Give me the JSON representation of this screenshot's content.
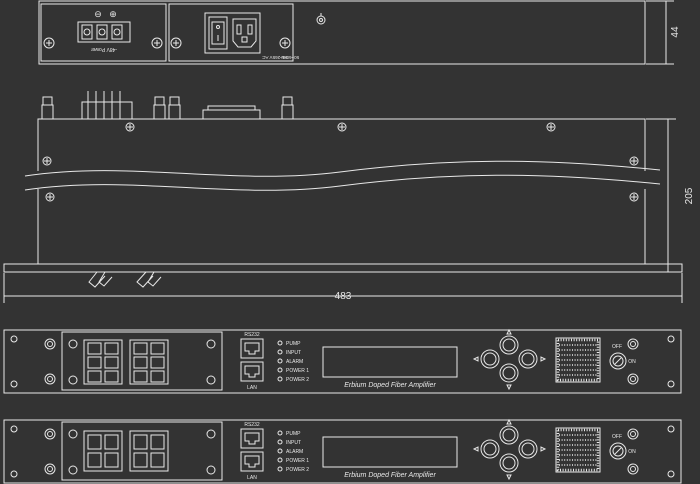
{
  "rear_panel": {
    "dc_label": "-48V Power",
    "ac_label_1": "90~265V AC",
    "ac_label_2": "50~60Hz",
    "terminal_minus": "⊖",
    "terminal_plus": "⊕",
    "height_dim": "44"
  },
  "side_view": {
    "depth_dim": "205",
    "width_dim": "483"
  },
  "front_panel_1": {
    "rs232_label": "RS232",
    "lan_label": "LAN",
    "leds": [
      "PUMP",
      "INPUT",
      "ALARM",
      "POWER 1",
      "POWER 2"
    ],
    "product_name": "Erbium Doped Fiber Amplifier",
    "key_off": "OFF",
    "key_on": "ON"
  },
  "front_panel_2": {
    "rs232_label": "RS232",
    "lan_label": "LAN",
    "leds": [
      "PUMP",
      "INPUT",
      "ALARM",
      "POWER 1",
      "POWER 2"
    ],
    "product_name": "Erbium Doped Fiber Amplifier",
    "key_off": "OFF",
    "key_on": "ON"
  },
  "colors": {
    "background": "#333333",
    "line": "#e8e8e8"
  }
}
